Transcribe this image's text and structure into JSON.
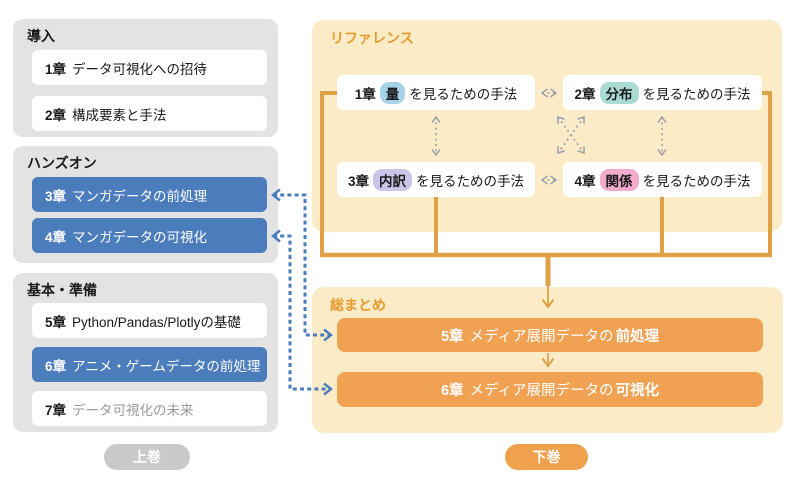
{
  "colors": {
    "blue_accent": "#4b7dbc",
    "orange_accent": "#f0a152",
    "orange_line": "#dfa146",
    "orange_header_text": "#e8992c",
    "yellow_panel_bg": "#fbecc7",
    "gray_panel_bg": "#e3e3e3",
    "gray_badge_bg": "#c9c9c9",
    "gray_arrow": "#9aa0a8",
    "pill_amount": "#a6d2e8",
    "pill_distribution": "#a9dbd2",
    "pill_breakdown": "#c8c5e6",
    "pill_relation": "#f2abcb"
  },
  "left_column": {
    "groups": [
      {
        "title": "導入",
        "items": [
          {
            "num": "1章",
            "title": "データ可視化への招待",
            "variant": "white"
          },
          {
            "num": "2章",
            "title": "構成要素と手法",
            "variant": "white"
          }
        ]
      },
      {
        "title": "ハンズオン",
        "items": [
          {
            "num": "3章",
            "title": "マンガデータの前処理",
            "variant": "blue"
          },
          {
            "num": "4章",
            "title": "マンガデータの可視化",
            "variant": "blue"
          }
        ]
      },
      {
        "title": "基本・準備",
        "items": [
          {
            "num": "5章",
            "title": "Python/Pandas/Plotlyの基礎",
            "variant": "white"
          },
          {
            "num": "6章",
            "title": "アニメ・ゲームデータの前処理",
            "variant": "blue"
          },
          {
            "num": "7章",
            "title": "データ可視化の未来",
            "variant": "white-muted"
          }
        ]
      }
    ],
    "badge": "上巻"
  },
  "right_column": {
    "reference": {
      "title": "リファレンス",
      "items": [
        {
          "num": "1章",
          "keyword": "量",
          "rest": "を見るための手法",
          "keyword_bg": "#a6d2e8"
        },
        {
          "num": "2章",
          "keyword": "分布",
          "rest": "を見るための手法",
          "keyword_bg": "#a9dbd2"
        },
        {
          "num": "3章",
          "keyword": "内訳",
          "rest": "を見るための手法",
          "keyword_bg": "#c8c5e6"
        },
        {
          "num": "4章",
          "keyword": "関係",
          "rest": "を見るための手法",
          "keyword_bg": "#f2abcb"
        }
      ]
    },
    "summary": {
      "title": "総まとめ",
      "items": [
        {
          "num": "5章",
          "mid": "メディア展開データの",
          "emphasis": "前処理"
        },
        {
          "num": "6章",
          "mid": "メディア展開データの",
          "emphasis": "可視化"
        }
      ]
    },
    "badge": "下巻"
  }
}
